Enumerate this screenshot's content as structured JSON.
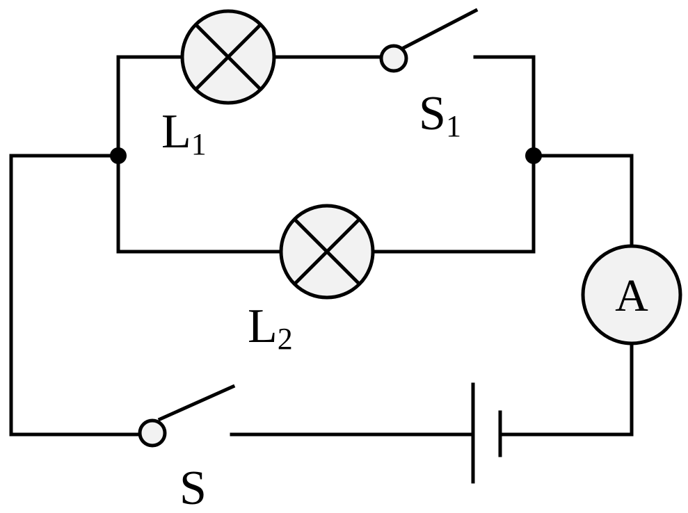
{
  "diagram": {
    "colors": {
      "line": "#000000",
      "component_fill": "#f2f2f2",
      "background": "#ffffff"
    },
    "lamp_L1": {
      "letter": "L",
      "sub": "1"
    },
    "lamp_L2": {
      "letter": "L",
      "sub": "2"
    },
    "switch_S1": {
      "letter": "S",
      "sub": "1"
    },
    "switch_S": {
      "letter": "S"
    },
    "ammeter": {
      "symbol": "A"
    }
  }
}
